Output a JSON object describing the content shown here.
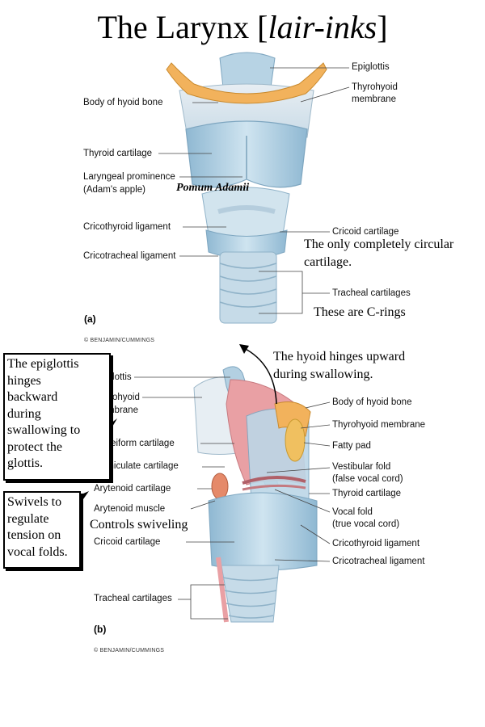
{
  "title": {
    "main": "The Larynx [",
    "pron": "lair-inks",
    "close": "]"
  },
  "figure_a": {
    "panel": "(a)",
    "credit": "© BENJAMIN/CUMMINGS",
    "labels": {
      "epiglottis": "Epiglottis",
      "thyrohyoid_membrane_1": "Thyrohyoid",
      "thyrohyoid_membrane_2": "membrane",
      "body_hyoid": "Body of hyoid bone",
      "thyroid_cartilage": "Thyroid cartilage",
      "laryngeal_prominence_1": "Laryngeal prominence",
      "laryngeal_prominence_2": "(Adam's apple)",
      "pomum": "Pomum Adamii",
      "cricothyroid": "Cricothyroid ligament",
      "cricoid": "Cricoid cartilage",
      "cricotracheal": "Cricotracheal ligament",
      "tracheal": "Tracheal cartilages"
    },
    "notes": {
      "circular_1": "The only completely circular",
      "circular_2": "cartilage.",
      "crings": "These are C-rings"
    }
  },
  "figure_b": {
    "panel": "(b)",
    "credit": "© BENJAMIN/CUMMINGS",
    "labels": {
      "epiglottis": "Epiglottis",
      "thyrohyoid_1": "Thyrohyoid",
      "thyrohyoid_2": "membrane",
      "cuneiform": "Cuneiform cartilage",
      "corniculate": "Corniculate cartilage",
      "arytenoid": "Arytenoid cartilage",
      "arytenoid_muscle": "Arytenoid muscle",
      "cricoid": "Cricoid cartilage",
      "tracheal": "Tracheal cartilages",
      "body_hyoid": "Body of hyoid bone",
      "thyrohyoid_membrane": "Thyrohyoid membrane",
      "fatty_pad": "Fatty pad",
      "vestibular_1": "Vestibular fold",
      "vestibular_2": "(false vocal cord)",
      "thyroid": "Thyroid cartilage",
      "vocal_1": "Vocal fold",
      "vocal_2": "(true vocal cord)",
      "cricothyroid": "Cricothyroid ligament",
      "cricotracheal": "Cricotracheal ligament"
    },
    "notes": {
      "hyoid_1": "The hyoid hinges upward",
      "hyoid_2": "during swallowing.",
      "controls": "Controls swiveling"
    },
    "callouts": {
      "epiglottis_lines": [
        "The epiglottis",
        "hinges",
        "backward",
        "during",
        "swallowing to",
        "protect the",
        "glottis."
      ],
      "swivel_lines": [
        "Swivels to",
        "regulate",
        "tension on",
        "vocal folds."
      ]
    }
  },
  "colors": {
    "cartilage": "#b9d6e6",
    "hyoid": "#f2b25c",
    "mucosa": "#e9a0a4",
    "fat": "#f0c060"
  }
}
